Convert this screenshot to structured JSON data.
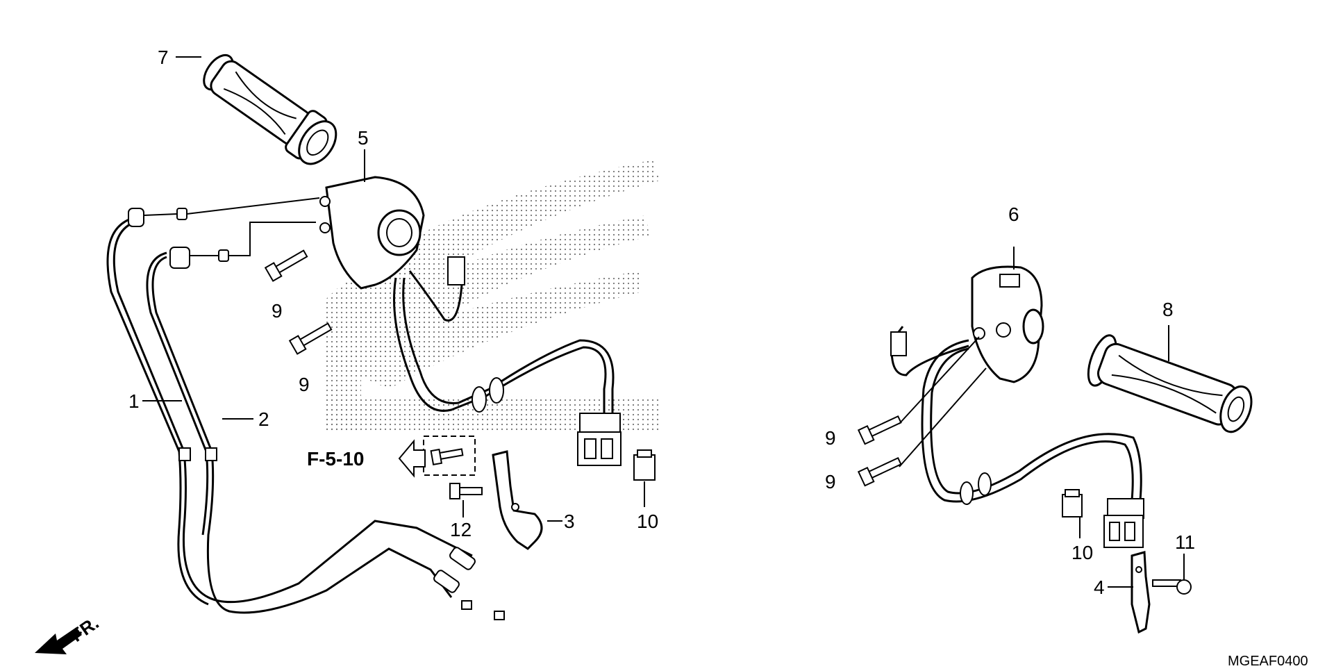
{
  "callouts": {
    "c1": "1",
    "c2": "2",
    "c3": "3",
    "c4": "4",
    "c5": "5",
    "c6": "6",
    "c7": "7",
    "c8": "8",
    "c9a": "9",
    "c9b": "9",
    "c9c": "9",
    "c9d": "9",
    "c10a": "10",
    "c10b": "10",
    "c11": "11",
    "c12": "12"
  },
  "reference": "F-5-10",
  "direction_label": "FR.",
  "diagram_code": "MGEAF0400"
}
